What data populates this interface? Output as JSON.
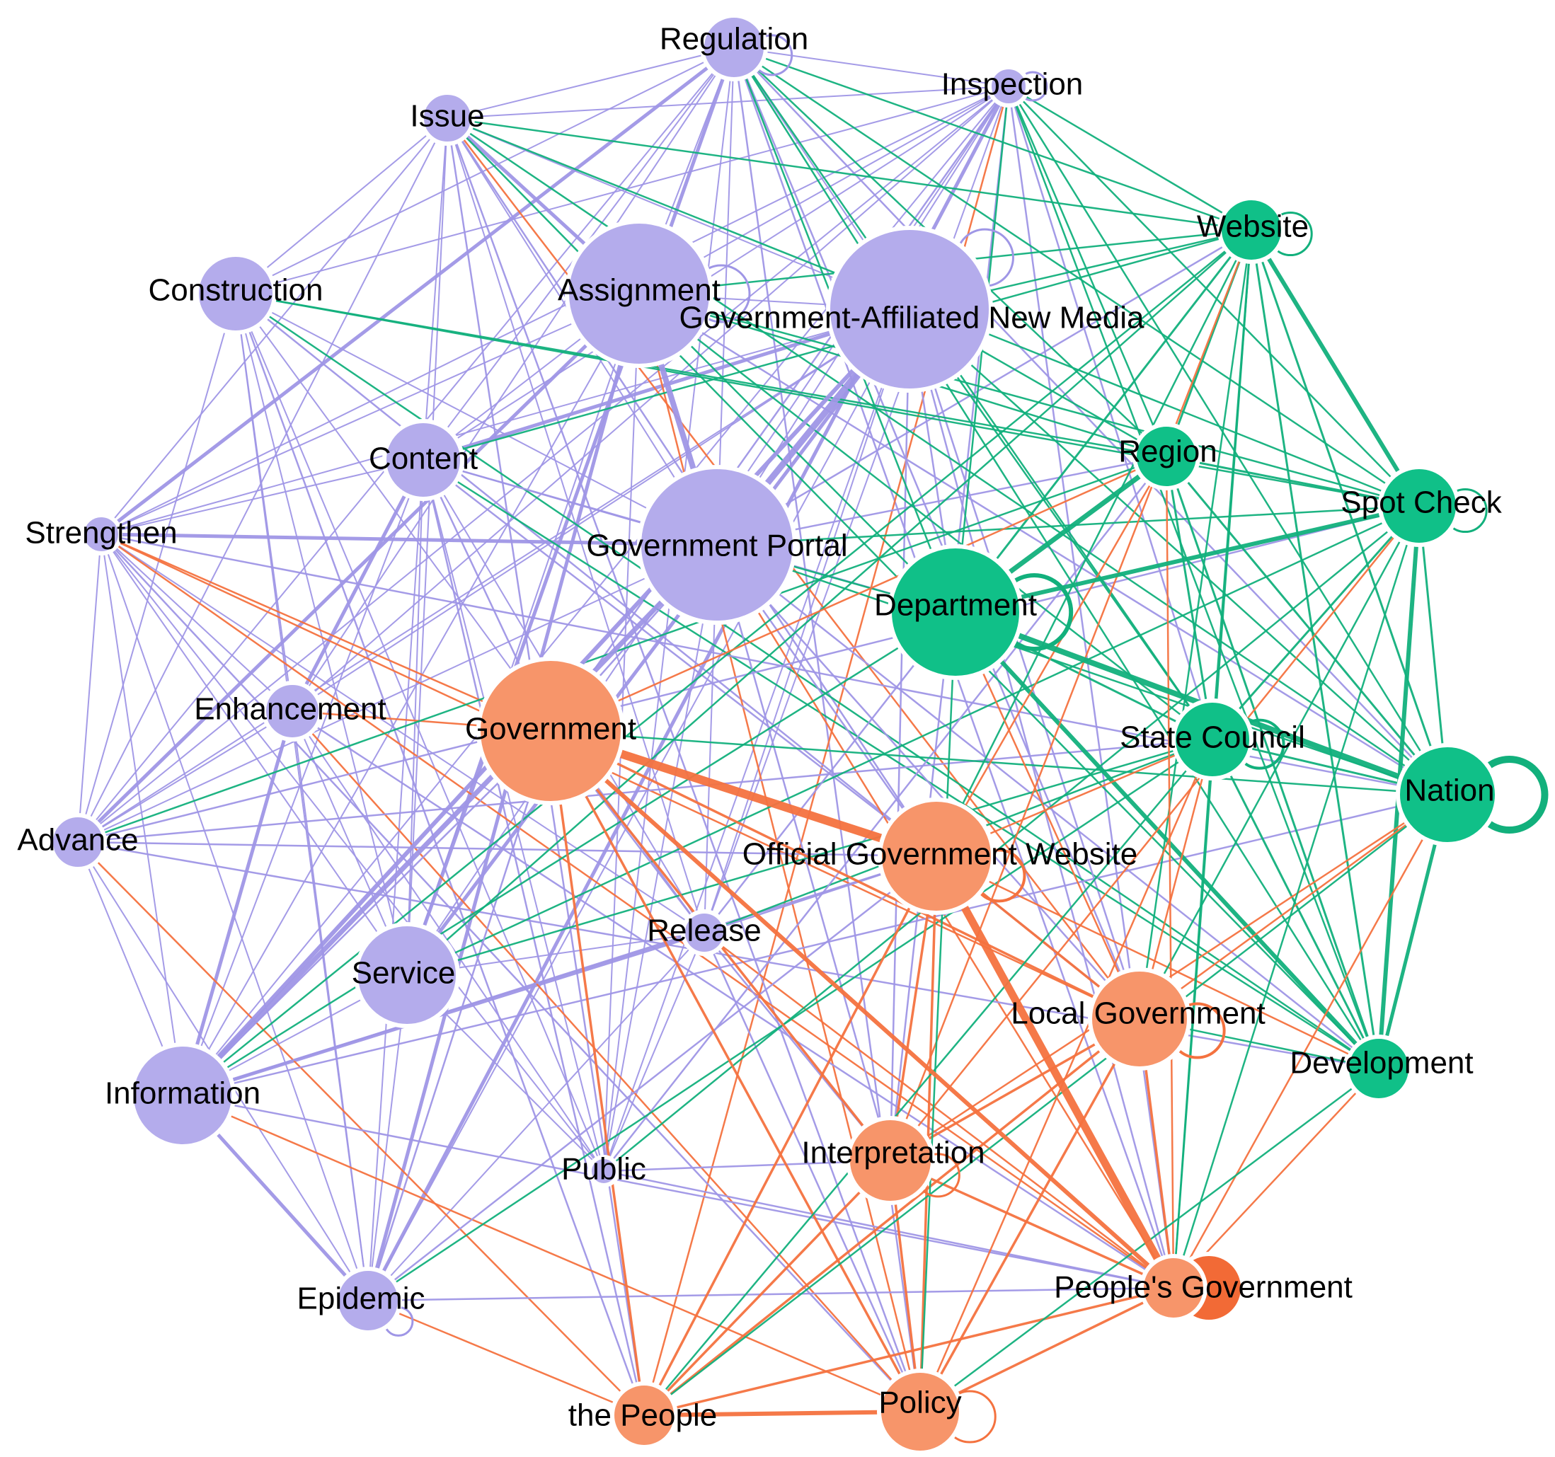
{
  "colors": {
    "purple": "#b4acec",
    "purple_edge": "#9f96e6",
    "green": "#10c088",
    "green_edge": "#12b07c",
    "orange": "#f7956a",
    "orange_dark": "#f26a36",
    "orange_edge": "#f4723f"
  },
  "nodes": [
    {
      "id": "regulation",
      "label": "Regulation",
      "community": "purple",
      "weight": 2
    },
    {
      "id": "inspection",
      "label": "Inspection",
      "community": "purple",
      "weight": 1
    },
    {
      "id": "issue",
      "label": "Issue",
      "community": "purple",
      "weight": 2
    },
    {
      "id": "construction",
      "label": "Construction",
      "community": "purple",
      "weight": 3
    },
    {
      "id": "assignment",
      "label": "Assignment",
      "community": "purple",
      "weight": 10
    },
    {
      "id": "new_media",
      "label": "Government-Affiliated New Media",
      "community": "purple",
      "weight": 12
    },
    {
      "id": "content",
      "label": "Content",
      "community": "purple",
      "weight": 3
    },
    {
      "id": "strengthen",
      "label": "Strengthen",
      "community": "purple",
      "weight": 1
    },
    {
      "id": "portal",
      "label": "Government Portal",
      "community": "purple",
      "weight": 11
    },
    {
      "id": "enhancement",
      "label": "Enhancement",
      "community": "purple",
      "weight": 2
    },
    {
      "id": "advance",
      "label": "Advance",
      "community": "purple",
      "weight": 1
    },
    {
      "id": "service",
      "label": "Service",
      "community": "purple",
      "weight": 5
    },
    {
      "id": "information",
      "label": "Information",
      "community": "purple",
      "weight": 6
    },
    {
      "id": "release",
      "label": "Release",
      "community": "purple",
      "weight": 2
    },
    {
      "id": "public",
      "label": "Public",
      "community": "purple",
      "weight": 1
    },
    {
      "id": "epidemic",
      "label": "Epidemic",
      "community": "purple",
      "weight": 2
    },
    {
      "id": "website",
      "label": "Website",
      "community": "green",
      "weight": 3
    },
    {
      "id": "region",
      "label": "Region",
      "community": "green",
      "weight": 2
    },
    {
      "id": "spot_check",
      "label": "Spot Check",
      "community": "green",
      "weight": 3
    },
    {
      "id": "department",
      "label": "Department",
      "community": "green",
      "weight": 9
    },
    {
      "id": "state_council",
      "label": "State Council",
      "community": "green",
      "weight": 4
    },
    {
      "id": "nation",
      "label": "Nation",
      "community": "green",
      "weight": 5
    },
    {
      "id": "development",
      "label": "Development",
      "community": "green",
      "weight": 3
    },
    {
      "id": "government",
      "label": "Government",
      "community": "orange",
      "weight": 9
    },
    {
      "id": "official_site",
      "label": "Official Government Website",
      "community": "orange",
      "weight": 7
    },
    {
      "id": "local_gov",
      "label": "Local Government",
      "community": "orange",
      "weight": 5
    },
    {
      "id": "interpretation",
      "label": "Interpretation",
      "community": "orange",
      "weight": 4
    },
    {
      "id": "peoples_gov",
      "label": "People's Government",
      "community": "orange",
      "weight": 4
    },
    {
      "id": "the_people",
      "label": "the People",
      "community": "orange",
      "weight": 3
    },
    {
      "id": "policy",
      "label": "Policy",
      "community": "orange",
      "weight": 4
    }
  ]
}
